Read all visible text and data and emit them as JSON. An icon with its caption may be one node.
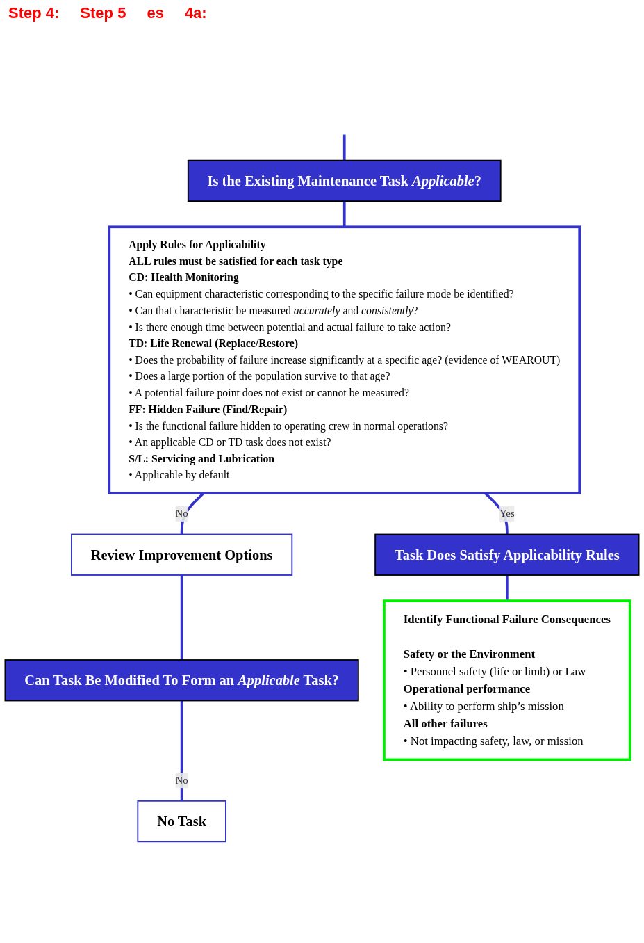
{
  "diagram": {
    "nodes": [
      {
        "text": [
          "Is the Existing Maintenance Task *Applicable*?"
        ]
      },
      {
        "text": [
          "Apply Rules for Applicability",
          "ALL rules must be satisfied for each task type",
          "CD:  Health Monitoring",
          "• Can equipment characteristic corresponding to the specific failure mode be identified?",
          "• Can that characteristic be measured *accurately* and *consistently*?",
          "• Is there enough time between potential and actual failure to  take action?",
          "TD:  Life Renewal (Replace/Restore)",
          "• Does the probability of failure increase significantly at a specific age? (evidence of WEAROUT)",
          "• Does a large portion of the population survive to that age?",
          "• A potential failure point does not exist or cannot be measured?",
          "FF:  Hidden Failure (Find/Repair)",
          "• Is the functional failure hidden to operating crew in normal operations?",
          "• An applicable CD or TD task does not exist?",
          "S/L: Servicing and Lubrication",
          "• Applicable by default"
        ]
      },
      {
        "text": [
          "Review Improvement Options"
        ]
      },
      {
        "text": [
          "Task Does Satisfy Applicability Rules"
        ]
      },
      {
        "text": [
          "Can Task Be Modified To Form an *Applicable* Task?"
        ]
      },
      {
        "text": [
          "No Task"
        ]
      },
      {
        "text": [
          "Identify Functional Failure Consequences",
          "Safety or the Environment",
          "• Personnel safety (life or limb) or Law",
          "Operational performance",
          "• Ability to perform ship’s mission",
          "All other failures",
          "• Not impacting safety, law, or mission"
        ]
      }
    ],
    "edges": [
      {
        "from": null,
        "to": 0,
        "arrow": "none"
      },
      {
        "from": 0,
        "to": 1,
        "arrow": "none"
      },
      {
        "from": 1,
        "to": 2,
        "arrow": "none",
        "label": "No"
      },
      {
        "from": 1,
        "to": 3,
        "arrow": "none",
        "label": "Yes"
      },
      {
        "from": 2,
        "to": 4,
        "arrow": "none"
      },
      {
        "from": 4,
        "to": 5,
        "arrow": "none",
        "label": "No"
      },
      {
        "from": 3,
        "to": 6,
        "arrow": "none"
      }
    ],
    "labels": [
      "Step 4:",
      "Step 5",
      "es",
      "4a:"
    ]
  }
}
